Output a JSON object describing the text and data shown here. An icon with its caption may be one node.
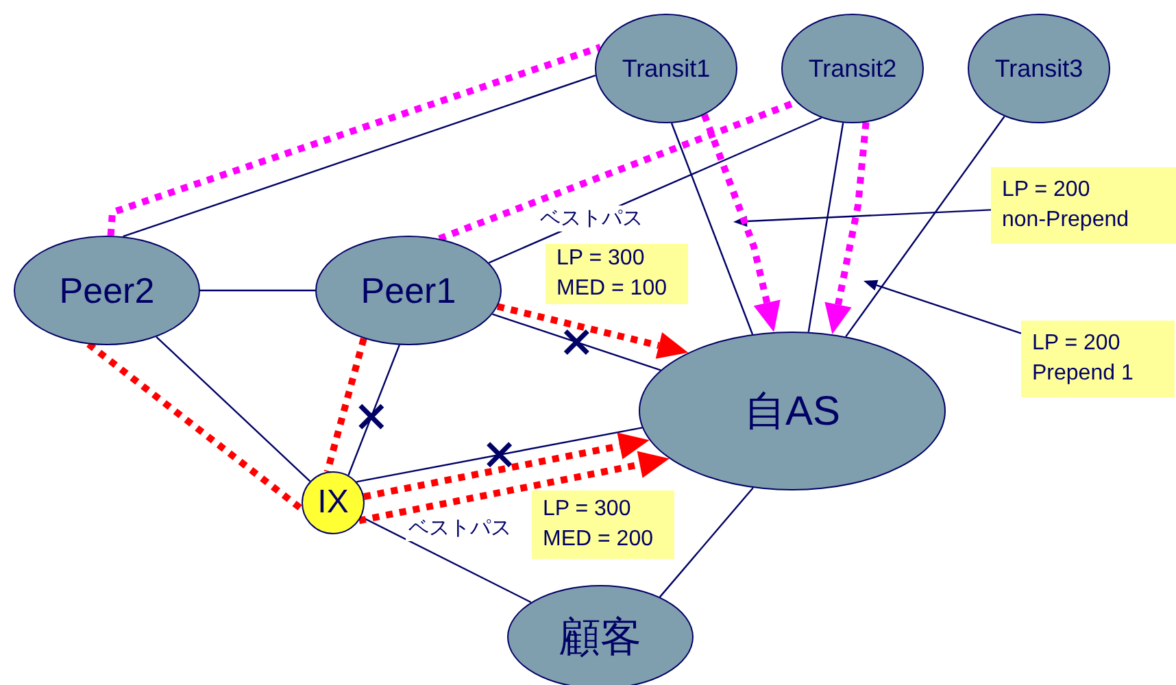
{
  "diagram": {
    "nodes": [
      {
        "text": [
          "Transit1"
        ]
      },
      {
        "text": [
          "Transit2"
        ]
      },
      {
        "text": [
          "Transit3"
        ]
      },
      {
        "text": [
          "Peer2"
        ]
      },
      {
        "text": [
          "Peer1"
        ]
      },
      {
        "text": [
          "自AS"
        ]
      },
      {
        "text": [
          "IX"
        ]
      },
      {
        "text": [
          "顧客"
        ]
      },
      {
        "text": [
          "LP = 200",
          "non-Prepend"
        ]
      },
      {
        "text": [
          "LP = 200",
          "Prepend 1"
        ]
      },
      {
        "text": [
          "LP = 300",
          "MED = 100"
        ],
        "beside": [
          "ベストパス"
        ]
      },
      {
        "text": [
          "LP = 300",
          "MED = 200"
        ],
        "beside": [
          "ベストパス"
        ]
      }
    ],
    "edges": [
      {
        "from": 3,
        "to": 0,
        "arrow": "none"
      },
      {
        "from": 3,
        "to": 4,
        "arrow": "none"
      },
      {
        "from": 4,
        "to": 1,
        "arrow": "none"
      },
      {
        "from": 4,
        "to": 5,
        "arrow": "none"
      },
      {
        "from": 4,
        "to": 6,
        "arrow": "none"
      },
      {
        "from": 3,
        "to": 6,
        "arrow": "none"
      },
      {
        "from": 6,
        "to": 5,
        "arrow": "none"
      },
      {
        "from": 6,
        "to": 7,
        "arrow": "none"
      },
      {
        "from": 7,
        "to": 5,
        "arrow": "none"
      },
      {
        "from": 0,
        "to": 5,
        "arrow": "none"
      },
      {
        "from": 1,
        "to": 5,
        "arrow": "none"
      },
      {
        "from": 2,
        "to": 5,
        "arrow": "none"
      },
      {
        "from": 8,
        "to": null,
        "arrow": "to"
      },
      {
        "from": 9,
        "to": null,
        "arrow": "to"
      },
      {
        "from": 3,
        "to": 0,
        "arrow": "none",
        "style": "dashed",
        "color": "#ff00ff"
      },
      {
        "from": 0,
        "to": 5,
        "arrow": "to",
        "style": "dashed",
        "color": "#ff00ff"
      },
      {
        "from": 4,
        "to": 1,
        "arrow": "none",
        "style": "dashed",
        "color": "#ff00ff"
      },
      {
        "from": 1,
        "to": 5,
        "arrow": "to",
        "style": "dashed",
        "color": "#ff00ff"
      },
      {
        "from": 4,
        "to": 5,
        "arrow": "to",
        "style": "dashed",
        "color": "#ff0000"
      },
      {
        "from": 4,
        "to": 6,
        "arrow": "none",
        "style": "dashed",
        "color": "#ff0000"
      },
      {
        "from": 6,
        "to": 5,
        "arrow": "to",
        "style": "dashed",
        "color": "#ff0000"
      },
      {
        "from": 3,
        "to": 6,
        "arrow": "none",
        "style": "dashed",
        "color": "#ff0000"
      },
      {
        "from": 6,
        "to": 5,
        "arrow": "to",
        "style": "dashed",
        "color": "#ff0000"
      }
    ]
  }
}
